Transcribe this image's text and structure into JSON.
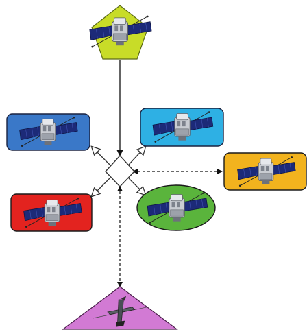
{
  "diagram": {
    "nodes": [
      {
        "id": "top-pentagon",
        "shape": "pentagon",
        "fill": "#c8dc28",
        "icon": "satellite-icon"
      },
      {
        "id": "left-top-rect",
        "shape": "rounded-rect",
        "fill": "#3a78c8",
        "icon": "satellite-icon"
      },
      {
        "id": "right-top-rect",
        "shape": "rounded-rect",
        "fill": "#2eb0e4",
        "icon": "satellite-icon"
      },
      {
        "id": "left-bottom-rect",
        "shape": "rounded-rect",
        "fill": "#e3231f",
        "icon": "satellite-icon"
      },
      {
        "id": "right-ellipse",
        "shape": "ellipse",
        "fill": "#5ab43c",
        "icon": "satellite-icon"
      },
      {
        "id": "far-right-rect",
        "shape": "rounded-rect",
        "fill": "#f2b31e",
        "icon": "satellite-icon"
      },
      {
        "id": "bottom-triangle",
        "shape": "triangle",
        "fill": "#d27ad4",
        "icon": "aircraft-icon"
      },
      {
        "id": "hub-diamond",
        "shape": "diamond",
        "fill": "#ffffff",
        "icon": ""
      }
    ],
    "edges": [
      {
        "from": "top-pentagon",
        "to": "hub-diamond",
        "style": "solid",
        "arrow": "end"
      },
      {
        "from": "hub-diamond",
        "to": "left-top-rect",
        "style": "solid",
        "arrow": "end-open"
      },
      {
        "from": "hub-diamond",
        "to": "right-top-rect",
        "style": "solid",
        "arrow": "end-open"
      },
      {
        "from": "hub-diamond",
        "to": "left-bottom-rect",
        "style": "solid",
        "arrow": "end-open"
      },
      {
        "from": "hub-diamond",
        "to": "right-ellipse",
        "style": "solid",
        "arrow": "end-open"
      },
      {
        "from": "hub-diamond",
        "to": "far-right-rect",
        "style": "dashed",
        "arrow": "both"
      },
      {
        "from": "hub-diamond",
        "to": "bottom-triangle",
        "style": "dashed",
        "arrow": "both"
      }
    ]
  }
}
